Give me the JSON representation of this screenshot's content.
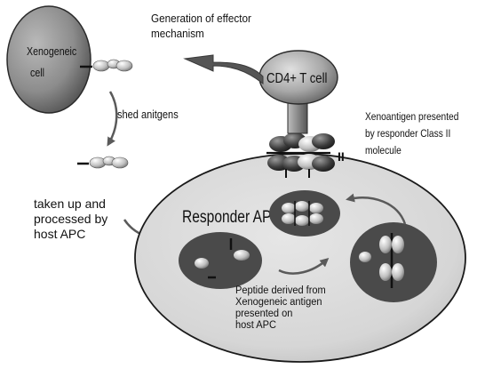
{
  "labels": {
    "generation_line1": "Generation of effector",
    "generation_line2": "mechanism",
    "xenogeneic_line1": "Xenogeneic",
    "xenogeneic_line2": "cell",
    "cd4_cell": "CD4+ T cell",
    "shed_antigens": "shed anitgens",
    "xenoantigen_line1": "Xenoantigen presented",
    "xenoantigen_line2": "by responder Class II",
    "xenoantigen_line3": "molecule",
    "class_ii_mark": "II",
    "taken_up_line1": "taken up and",
    "taken_up_line2": "processed by",
    "taken_up_line3": "host APC",
    "responder_apc": "Responder APC",
    "peptide_line1": "Peptide derived from",
    "peptide_line2": "Xenogeneic antigen",
    "peptide_line3": "presented on",
    "peptide_line4": "host APC"
  },
  "colors": {
    "xeno_cell": "#8f8f8f",
    "apc_cytoplasm": "#d9d9d9",
    "vesicle": "#4a4a4a",
    "t_cell": "#9a9a9a",
    "arrow": "#5a5a5a",
    "antigen_blob": "#cfcfcf"
  }
}
